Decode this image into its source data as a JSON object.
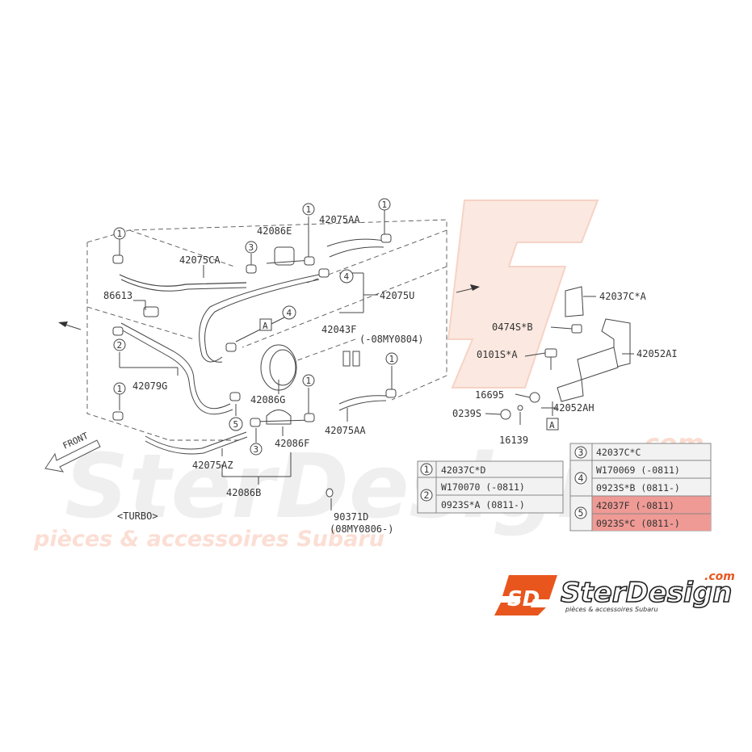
{
  "labels": {
    "hose_ca": "42075CA",
    "valve_e": "42086E",
    "hose_aa_top": "42075AA",
    "hose_u": "42075U",
    "part_86613": "86613",
    "hose_79g": "42079G",
    "part_43f": "42043F",
    "part_43f_note": "(-08MY0804)",
    "valve_g": "42086G",
    "valve_f": "42086F",
    "hose_aa_bottom": "42075AA",
    "hose_az": "42075AZ",
    "assy_86b": "42086B",
    "turbo_note": "<TURBO>",
    "part_90371": "90371D",
    "part_90371_note": "(08MY0806-)",
    "clip_37ca": "42037C*A",
    "bolt_474": "0474S*B",
    "bracket_ai": "42052AI",
    "bolt_101": "0101S*A",
    "part_16695": "16695",
    "bracket_ah": "42052AH",
    "nut_239": "0239S",
    "part_16139": "16139",
    "ref_a": "A",
    "front": "FRONT"
  },
  "callouts": [
    "1",
    "2",
    "3",
    "4",
    "5"
  ],
  "legend_left": [
    {
      "num": "1",
      "rows": [
        "42037C*D"
      ]
    },
    {
      "num": "2",
      "rows": [
        "W170070  (-0811)",
        "0923S*A (0811-)"
      ]
    }
  ],
  "legend_right": [
    {
      "num": "3",
      "rows": [
        "42037C*C"
      ],
      "highlight": false
    },
    {
      "num": "4",
      "rows": [
        "W170069 (-0811)",
        "0923S*B (0811-)"
      ],
      "highlight": false
    },
    {
      "num": "5",
      "rows": [
        "42037F  (-0811)",
        "0923S*C (0811-)"
      ],
      "highlight": true
    }
  ],
  "watermark": {
    "line1": "SterDesign",
    "line2": "pièces & accessoires Subaru",
    "com": ".com"
  },
  "logo": {
    "mark": "SD",
    "name": "SterDesign",
    "com": ".com",
    "tagline": "pièces & accessoires Subaru"
  },
  "colors": {
    "logo_orange": "#e8561e",
    "highlight": "#ef9a95",
    "watermark": "#f7ddd3"
  }
}
